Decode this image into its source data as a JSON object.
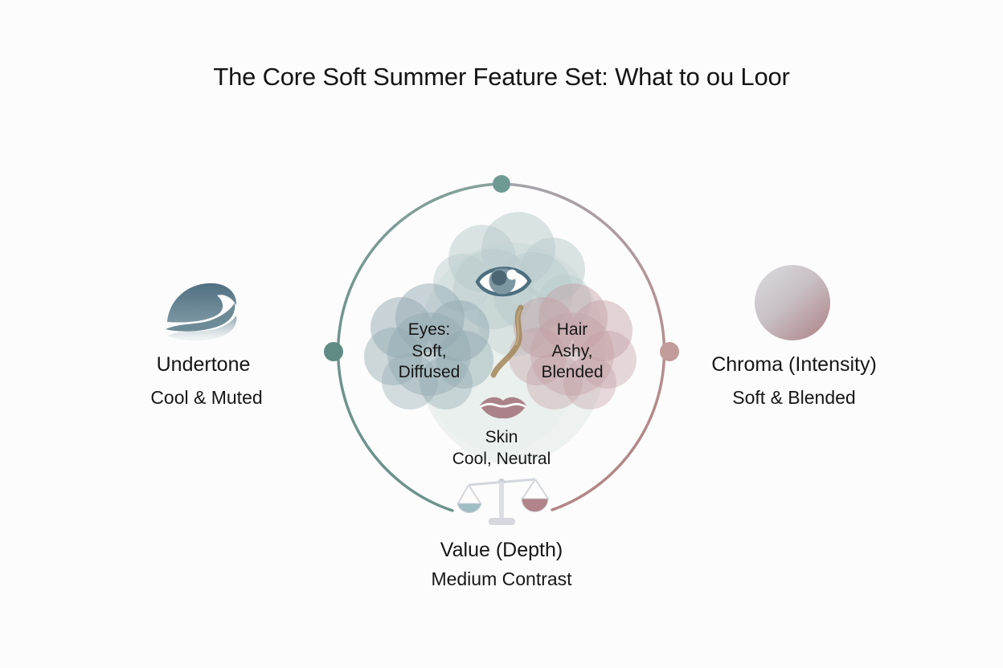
{
  "title": "The Core Soft Summer Feature Set: What to ou Loor",
  "features": {
    "undertone": {
      "label": "Undertone",
      "value": "Cool & Muted",
      "icon": "ocean-wave"
    },
    "chroma": {
      "label": "Chroma (Intensity)",
      "value": "Soft & Blended",
      "icon": "gradient-sphere"
    },
    "value_depth": {
      "label": "Value (Depth)",
      "value": "Medium Contrast",
      "icon": "balance-scale"
    }
  },
  "center": {
    "eyes": {
      "line1": "Eyes:",
      "line2": "Soft,",
      "line3": "Diffused"
    },
    "hair": {
      "line1": "Hair",
      "line2": "Ashy,",
      "line3": "Blended"
    },
    "skin": {
      "line1": "Skin",
      "line2": "Cool, Neutral"
    }
  },
  "colors": {
    "background": "#fcfcfc",
    "left_arc": "#6f948e",
    "right_arc_top": "#a5a4ac",
    "right_arc_bottom": "#b28486",
    "top_node": "#6f9a93",
    "left_node": "#5f8b84",
    "right_node": "#c29c9a",
    "top_cloud": "#b7cacc",
    "eyes_cloud": "#93aab2",
    "hair_cloud": "#c39fa4",
    "scale_left_pan": "#9fbec4",
    "scale_right_pan": "#b1838b",
    "wave_icon_dark": "#4f6f81",
    "sphere_light": "#d9d7dc",
    "sphere_dark": "#b1898d"
  }
}
